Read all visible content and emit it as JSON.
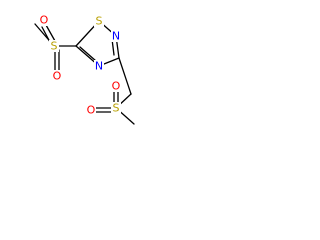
{
  "molecule": {
    "colors": {
      "bond": "#000000",
      "sulfur": "#b8a000",
      "oxygen": "#ff0000",
      "nitrogen": "#0000ff"
    },
    "atoms": [
      {
        "id": "s_ring",
        "symbol": "S",
        "element": "sulfur"
      },
      {
        "id": "n_ring_top",
        "symbol": "N",
        "element": "nitrogen"
      },
      {
        "id": "n_ring_bottom",
        "symbol": "N",
        "element": "nitrogen"
      },
      {
        "id": "s_sulfonyl_left",
        "symbol": "S",
        "element": "sulfur"
      },
      {
        "id": "o_left_top",
        "symbol": "O",
        "element": "oxygen"
      },
      {
        "id": "o_left_bottom",
        "symbol": "O",
        "element": "oxygen"
      },
      {
        "id": "s_sulfonyl_bottom",
        "symbol": "S",
        "element": "sulfur"
      },
      {
        "id": "o_bottom_top",
        "symbol": "O",
        "element": "oxygen"
      },
      {
        "id": "o_bottom_bottom",
        "symbol": "O",
        "element": "oxygen"
      }
    ]
  }
}
